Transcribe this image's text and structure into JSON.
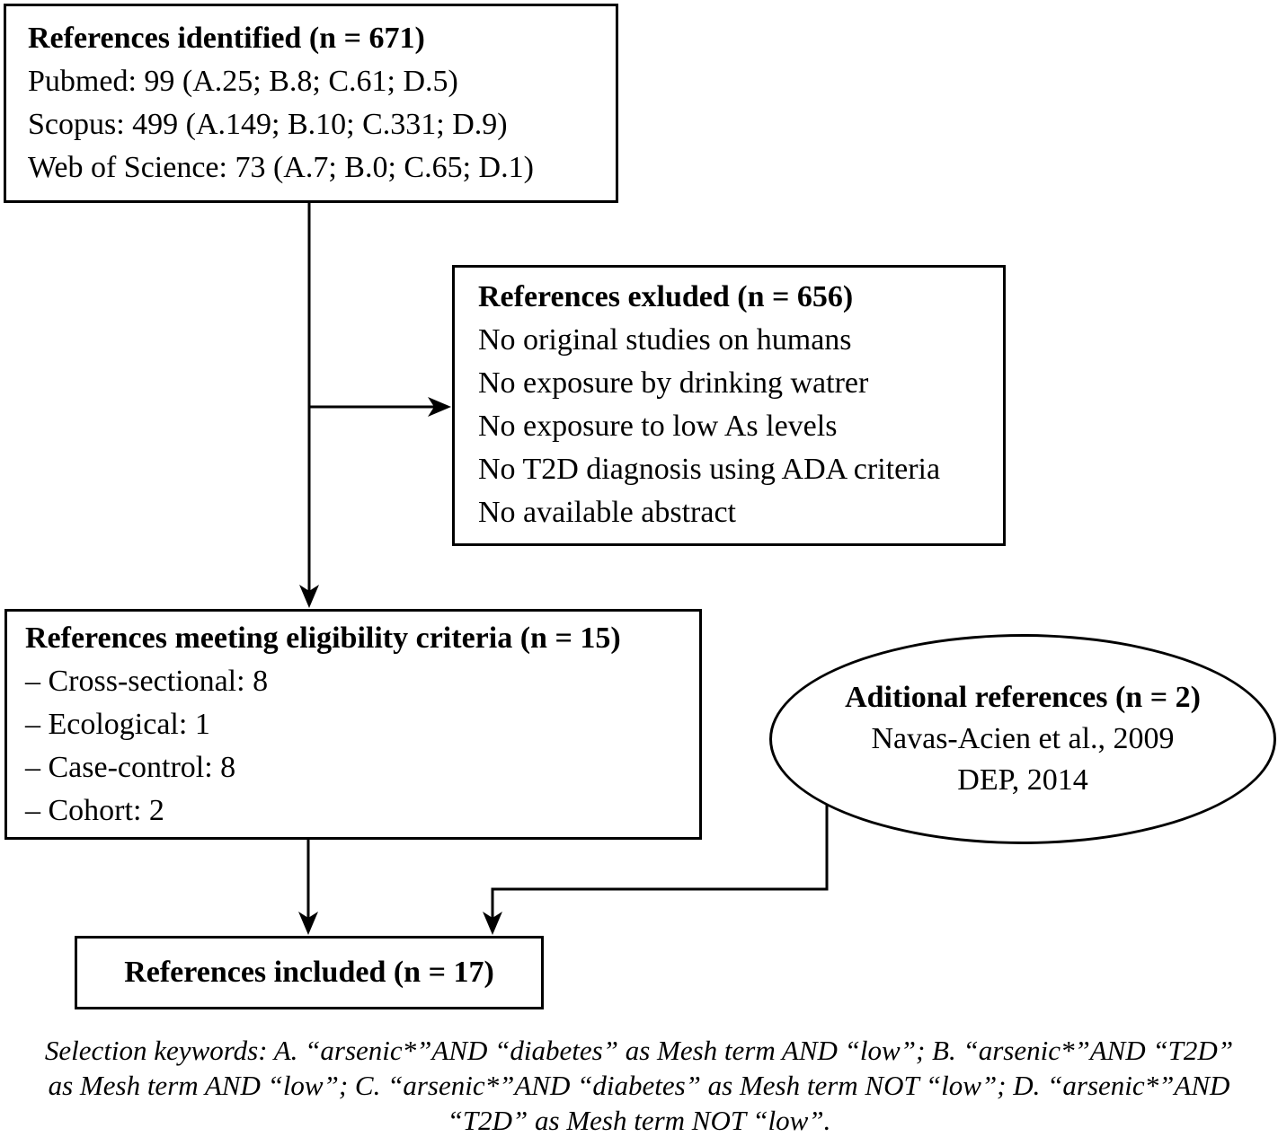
{
  "diagram": {
    "identified": {
      "title": "References identified (n = 671)",
      "lines": [
        "Pubmed: 99 (A.25; B.8; C.61; D.5)",
        "Scopus: 499 (A.149; B.10; C.331; D.9)",
        "Web of Science: 73 (A.7; B.0; C.65; D.1)"
      ]
    },
    "excluded": {
      "title": "References exluded (n = 656)",
      "lines": [
        "No original studies on humans",
        "No exposure by drinking watrer",
        "No exposure to low As levels",
        "No T2D diagnosis using ADA criteria",
        "No available abstract"
      ]
    },
    "eligible": {
      "title": "References meeting eligibility criteria (n = 15)",
      "lines": [
        "– Cross-sectional: 8",
        "– Ecological: 1",
        "– Case-control: 8",
        "– Cohort: 2"
      ]
    },
    "additional": {
      "title": "Aditional references (n = 2)",
      "lines": [
        "Navas-Acien et al., 2009",
        "DEP, 2014"
      ]
    },
    "included": {
      "title": "References included (n = 17)"
    }
  },
  "caption": {
    "lines": [
      "Selection keywords: A. “arsenic*”AND “diabetes” as Mesh term AND “low”; B. “arsenic*”AND “T2D”",
      "as Mesh term AND “low”; C. “arsenic*”AND “diabetes” as Mesh term NOT “low”; D. “arsenic*”AND",
      "“T2D” as Mesh term NOT “low”."
    ]
  },
  "colors": {
    "ink": "#000000",
    "background": "#ffffff"
  }
}
